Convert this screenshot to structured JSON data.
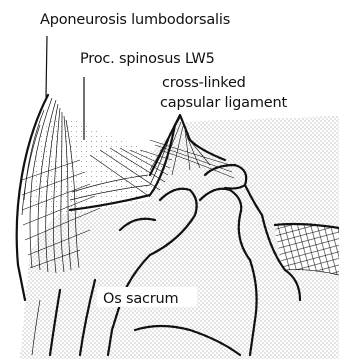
{
  "labels": {
    "aponeurosis": "Aponeurosis lumbodorsalis",
    "proc_spinosus": "Proc. spinosus LW5",
    "ligament_line1": "cross-linked",
    "ligament_line2": "capsular ligament",
    "os_sacrum": "Os sacrum"
  },
  "colors": {
    "ink": "#111111",
    "paper": "#ffffff",
    "stipple": "#9a9a9a"
  }
}
